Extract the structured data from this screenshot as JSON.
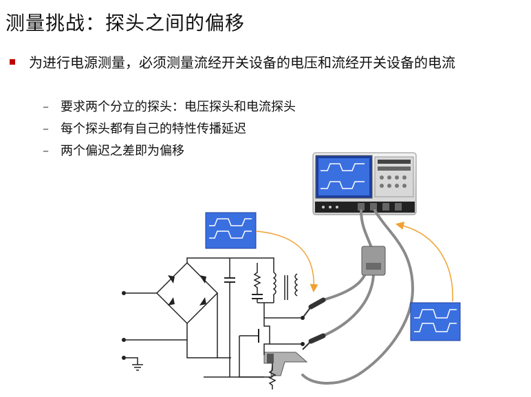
{
  "slide": {
    "title": "测量挑战：探头之间的偏移",
    "bullet": "为进行电源测量，必须测量流经开关设备的电压和流经开关设备的电流",
    "sub_items": [
      "要求两个分立的探头：电压探头和电流探头",
      "每个探头都有自己的特性传播延迟",
      "两个偏迟之差即为偏移"
    ]
  },
  "colors": {
    "bullet_marker": "#c00000",
    "waveform_panel": "#3a6fe0",
    "arrow": "#f0a030",
    "cable": "#8a8a8a",
    "circuit": "#222222"
  },
  "icons": [
    "oscilloscope-icon",
    "voltage-probe-icon",
    "current-probe-icon",
    "ground-icon",
    "diode-bridge-icon",
    "mosfet-icon",
    "transformer-icon"
  ]
}
